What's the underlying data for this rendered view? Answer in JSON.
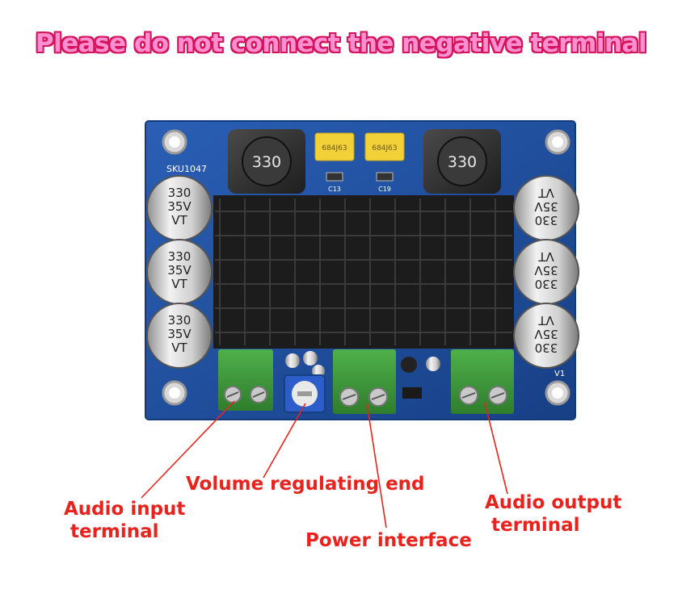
{
  "title": "Please do not connect the negative terminal",
  "board": {
    "sku": "SKU1047",
    "inductor_left": "330",
    "inductor_right": "330",
    "cap_c13_mark": "684J63",
    "cap_c19_mark": "684J63",
    "c13": "C13",
    "c19": "C19",
    "elcap_left": [
      "330",
      "35V",
      "VT"
    ],
    "elcap_right": [
      "VT",
      "35V",
      "330"
    ],
    "v1": "V1"
  },
  "labels": {
    "volume": "Volume regulating end",
    "audio_input_1": "Audio input",
    "audio_input_2": "terminal",
    "power": "Power interface",
    "audio_output_1": "Audio output",
    "audio_output_2": "terminal"
  },
  "colors": {
    "pcb": "#1d4fa0",
    "heatsink": "#1c1c1c",
    "terminal": "#3f9a3c",
    "label": "#e8231e",
    "title": "#ff8fd0"
  }
}
